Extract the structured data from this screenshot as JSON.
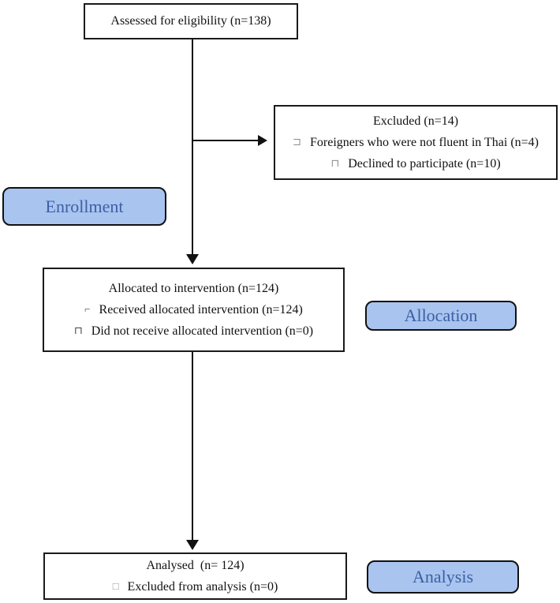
{
  "diagram": {
    "type": "consort-flow",
    "boxes": {
      "eligibility": {
        "title": "Assessed for eligibility (n=138)"
      },
      "excluded": {
        "title": "Excluded (n=14)",
        "items": [
          {
            "bullet": "⊐",
            "text": "Foreigners who were not fluent in Thai (n=4)"
          },
          {
            "bullet": "⊓",
            "text": "Declined to participate (n=10)"
          }
        ]
      },
      "allocated": {
        "title": "Allocated to intervention (n=124)",
        "items": [
          {
            "bullet": "⌐",
            "text": "Received allocated intervention (n=124)"
          },
          {
            "bullet": "⊓",
            "text": "Did not receive allocated intervention (n=0)"
          }
        ]
      },
      "analysed": {
        "title": "Analysed  (n= 124)",
        "items": [
          {
            "bullet": "□",
            "text": "Excluded from analysis (n=0)"
          }
        ]
      }
    },
    "stage_labels": {
      "enrollment": "Enrollment",
      "allocation": "Allocation",
      "analysis": "Analysis"
    },
    "colors": {
      "stage_label_fill": "#a9c4ef",
      "stage_label_text": "#3d5fa5",
      "box_border": "#1a1a1a",
      "arrow": "#111111"
    }
  }
}
